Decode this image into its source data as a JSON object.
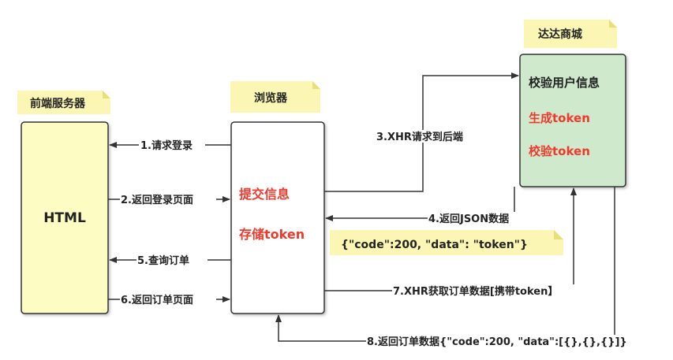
{
  "notes": {
    "frontend_server": "前端服务器",
    "browser": "浏览器",
    "mall": "达达商城",
    "json_response": "{\"code\":200, \"data\": \"token\"}"
  },
  "boxes": {
    "html": "HTML",
    "browser_lines": [
      "提交信息",
      "存储token"
    ],
    "mall_lines": [
      "校验用户信息",
      "生成token",
      "校验token"
    ]
  },
  "arrows": {
    "step1": "1.请求登录",
    "step2": "2.返回登录页面",
    "step3": "3.XHR请求到后端",
    "step4": "4.返回JSON数据",
    "step5": "5.查询订单",
    "step6": "6.返回订单页面",
    "step7": "7.XHR获取订单数据[携带token】",
    "step8": "8.返回订单数据{\"code\":200, \"data\":[{},{},{}]}"
  },
  "colors": {
    "note_fill": "#fbf6b4",
    "html_box_fill": "#fdfcc3",
    "mall_box_fill": "#cfe9cc",
    "red_text": "#ee3a2c",
    "line": "#333333"
  }
}
